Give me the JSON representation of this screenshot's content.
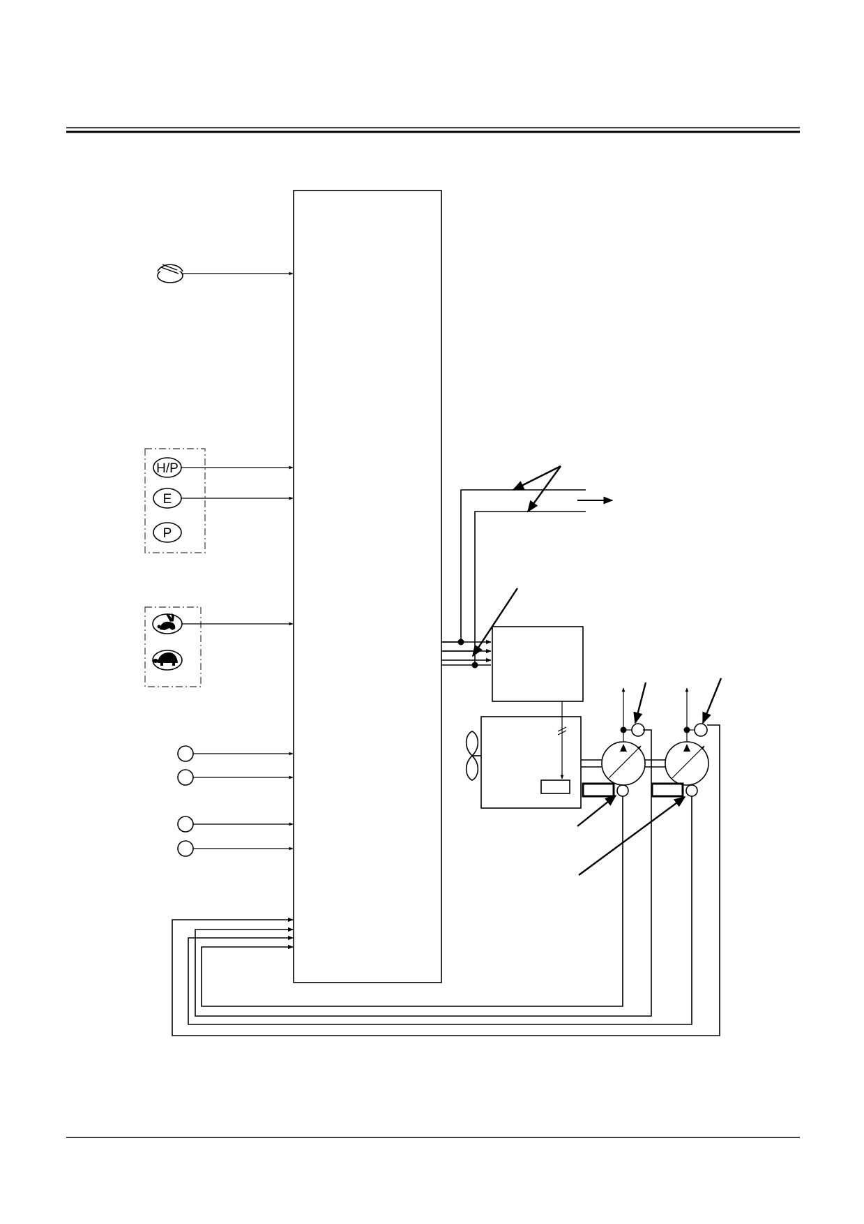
{
  "switch_labels": {
    "power_hp": "H/P",
    "power_e": "E",
    "power_p": "P"
  },
  "icons": [
    "rotary-dial-icon",
    "rabbit-icon",
    "turtle-icon",
    "fan-icon",
    "pump-icon"
  ]
}
